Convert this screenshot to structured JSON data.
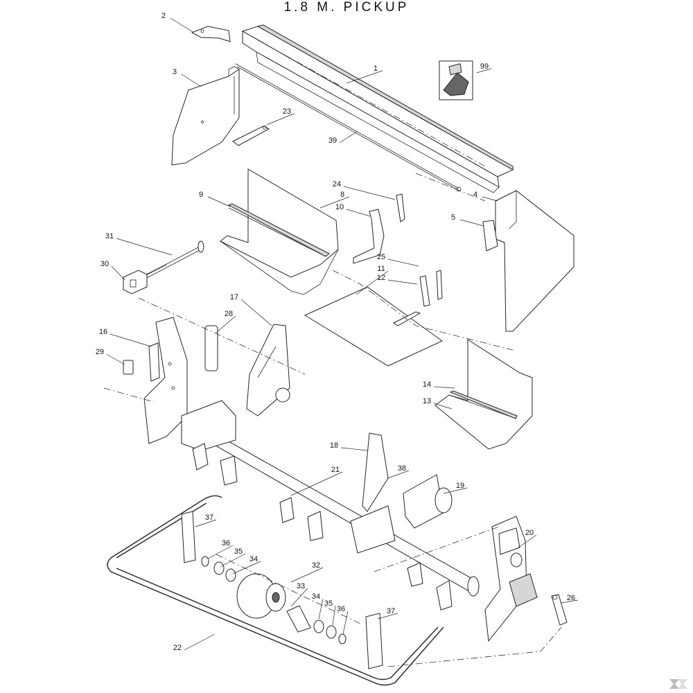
{
  "title": "1.8 M. PICKUP",
  "callouts": [
    {
      "id": "c1",
      "label": "1"
    },
    {
      "id": "c2",
      "label": "2"
    },
    {
      "id": "c3",
      "label": "3"
    },
    {
      "id": "c99",
      "label": "99"
    },
    {
      "id": "c23",
      "label": "23"
    },
    {
      "id": "c39",
      "label": "39"
    },
    {
      "id": "c24",
      "label": "24"
    },
    {
      "id": "c8",
      "label": "8"
    },
    {
      "id": "c9",
      "label": "9"
    },
    {
      "id": "c10",
      "label": "10"
    },
    {
      "id": "c4",
      "label": "4"
    },
    {
      "id": "c5",
      "label": "5"
    },
    {
      "id": "c31",
      "label": "31"
    },
    {
      "id": "c30",
      "label": "30"
    },
    {
      "id": "c25",
      "label": "25"
    },
    {
      "id": "c11",
      "label": "11"
    },
    {
      "id": "c12",
      "label": "12"
    },
    {
      "id": "c17",
      "label": "17"
    },
    {
      "id": "c28",
      "label": "28"
    },
    {
      "id": "c16",
      "label": "16"
    },
    {
      "id": "c29",
      "label": "29"
    },
    {
      "id": "c14",
      "label": "14"
    },
    {
      "id": "c13",
      "label": "13"
    },
    {
      "id": "c18",
      "label": "18"
    },
    {
      "id": "c38",
      "label": "38"
    },
    {
      "id": "c21",
      "label": "21"
    },
    {
      "id": "c19",
      "label": "19"
    },
    {
      "id": "c37a",
      "label": "37"
    },
    {
      "id": "c20",
      "label": "20"
    },
    {
      "id": "c36a",
      "label": "36"
    },
    {
      "id": "c35a",
      "label": "35"
    },
    {
      "id": "c34a",
      "label": "34"
    },
    {
      "id": "c32",
      "label": "32"
    },
    {
      "id": "c33",
      "label": "33"
    },
    {
      "id": "c34b",
      "label": "34"
    },
    {
      "id": "c35b",
      "label": "35"
    },
    {
      "id": "c36b",
      "label": "36"
    },
    {
      "id": "c37b",
      "label": "37"
    },
    {
      "id": "c26",
      "label": "26"
    },
    {
      "id": "c22",
      "label": "22"
    }
  ],
  "icons": {
    "logo": "kramp-k-logo"
  }
}
